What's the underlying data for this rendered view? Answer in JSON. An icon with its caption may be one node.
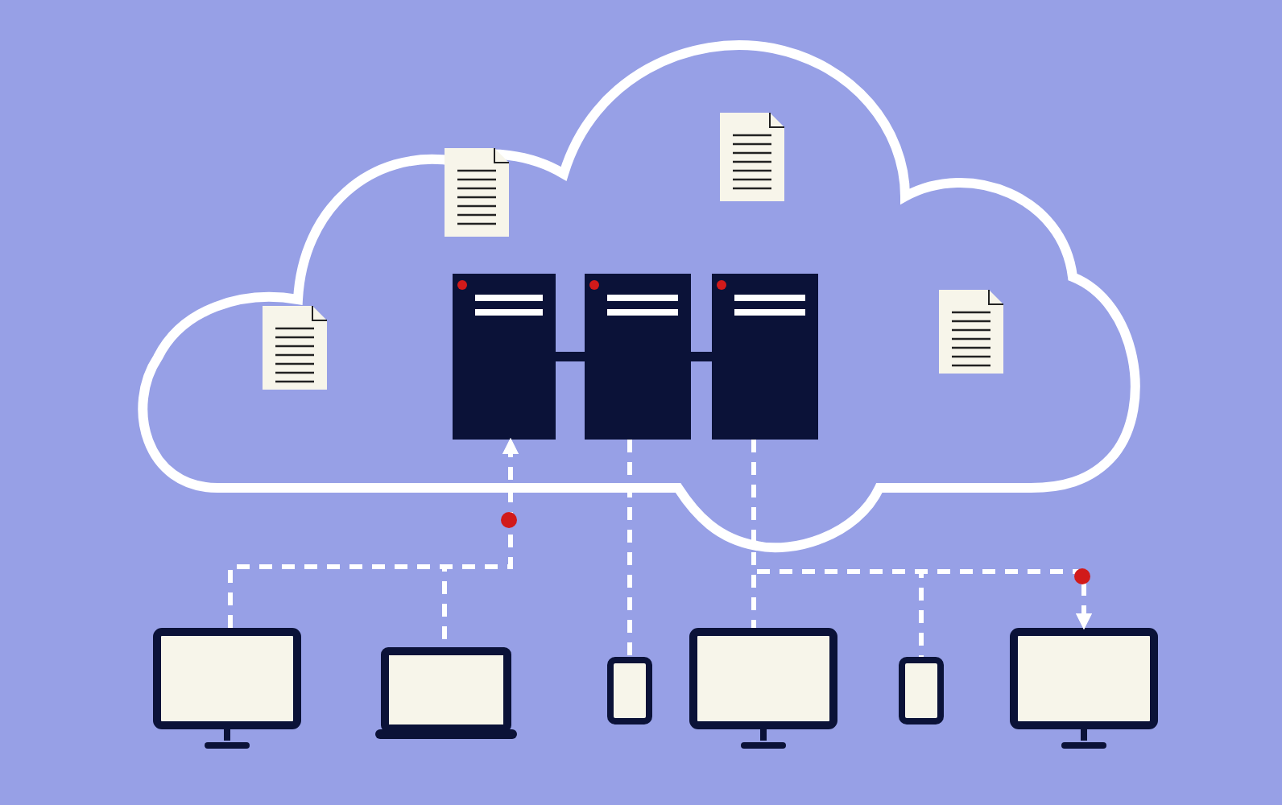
{
  "diagram": {
    "nodes": [
      {
        "text": [],
        "shape": "cloud"
      },
      {
        "text": [],
        "shape": "document",
        "in": 0
      },
      {
        "text": [],
        "shape": "document",
        "in": 0
      },
      {
        "text": [],
        "shape": "document",
        "in": 0
      },
      {
        "text": [],
        "shape": "document",
        "in": 0
      },
      {
        "text": [],
        "shape": "server",
        "in": 0
      },
      {
        "text": [],
        "shape": "server",
        "in": 0
      },
      {
        "text": [],
        "shape": "server",
        "in": 0
      },
      {
        "text": [],
        "shape": "monitor"
      },
      {
        "text": [],
        "shape": "laptop"
      },
      {
        "text": [],
        "shape": "phone"
      },
      {
        "text": [],
        "shape": "monitor"
      },
      {
        "text": [],
        "shape": "phone"
      },
      {
        "text": [],
        "shape": "monitor"
      }
    ],
    "edges": [
      {
        "from": 5,
        "to": 6,
        "arrow": "none",
        "style": "thick",
        "color": "#0b1238"
      },
      {
        "from": 6,
        "to": 7,
        "arrow": "none",
        "style": "thick",
        "color": "#0b1238"
      },
      {
        "from": 8,
        "to": 5,
        "arrow": "to",
        "style": "dashed"
      },
      {
        "from": 9,
        "to": 5,
        "arrow": "to",
        "style": "dashed"
      },
      {
        "from": 6,
        "to": 10,
        "arrow": "none",
        "style": "dashed"
      },
      {
        "from": 7,
        "to": 11,
        "arrow": "none",
        "style": "dashed"
      },
      {
        "from": 7,
        "to": 13,
        "arrow": "to",
        "style": "dashed"
      },
      {
        "from": 12,
        "to": 13,
        "arrow": "to",
        "style": "dashed"
      }
    ]
  }
}
